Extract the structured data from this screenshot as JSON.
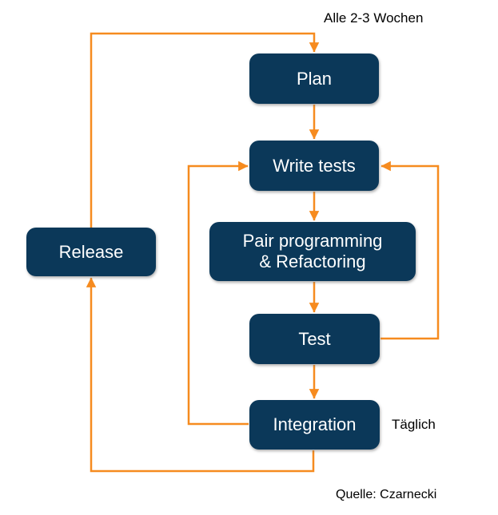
{
  "annotations": {
    "cycle": "Alle 2-3 Wochen",
    "daily": "Täglich",
    "source": "Quelle: Czarnecki"
  },
  "nodes": {
    "plan": {
      "label": "Plan"
    },
    "write_tests": {
      "label": "Write tests"
    },
    "pair": {
      "label": "Pair programming & Refactoring",
      "lines": [
        "Pair programming",
        "& Refactoring"
      ]
    },
    "test": {
      "label": "Test"
    },
    "integration": {
      "label": "Integration"
    },
    "release": {
      "label": "Release"
    }
  },
  "colors": {
    "node_fill": "#0b3859",
    "node_text": "#ffffff",
    "arrow": "#f68b1f",
    "annotation_text": "#000000",
    "background": "#ffffff"
  }
}
